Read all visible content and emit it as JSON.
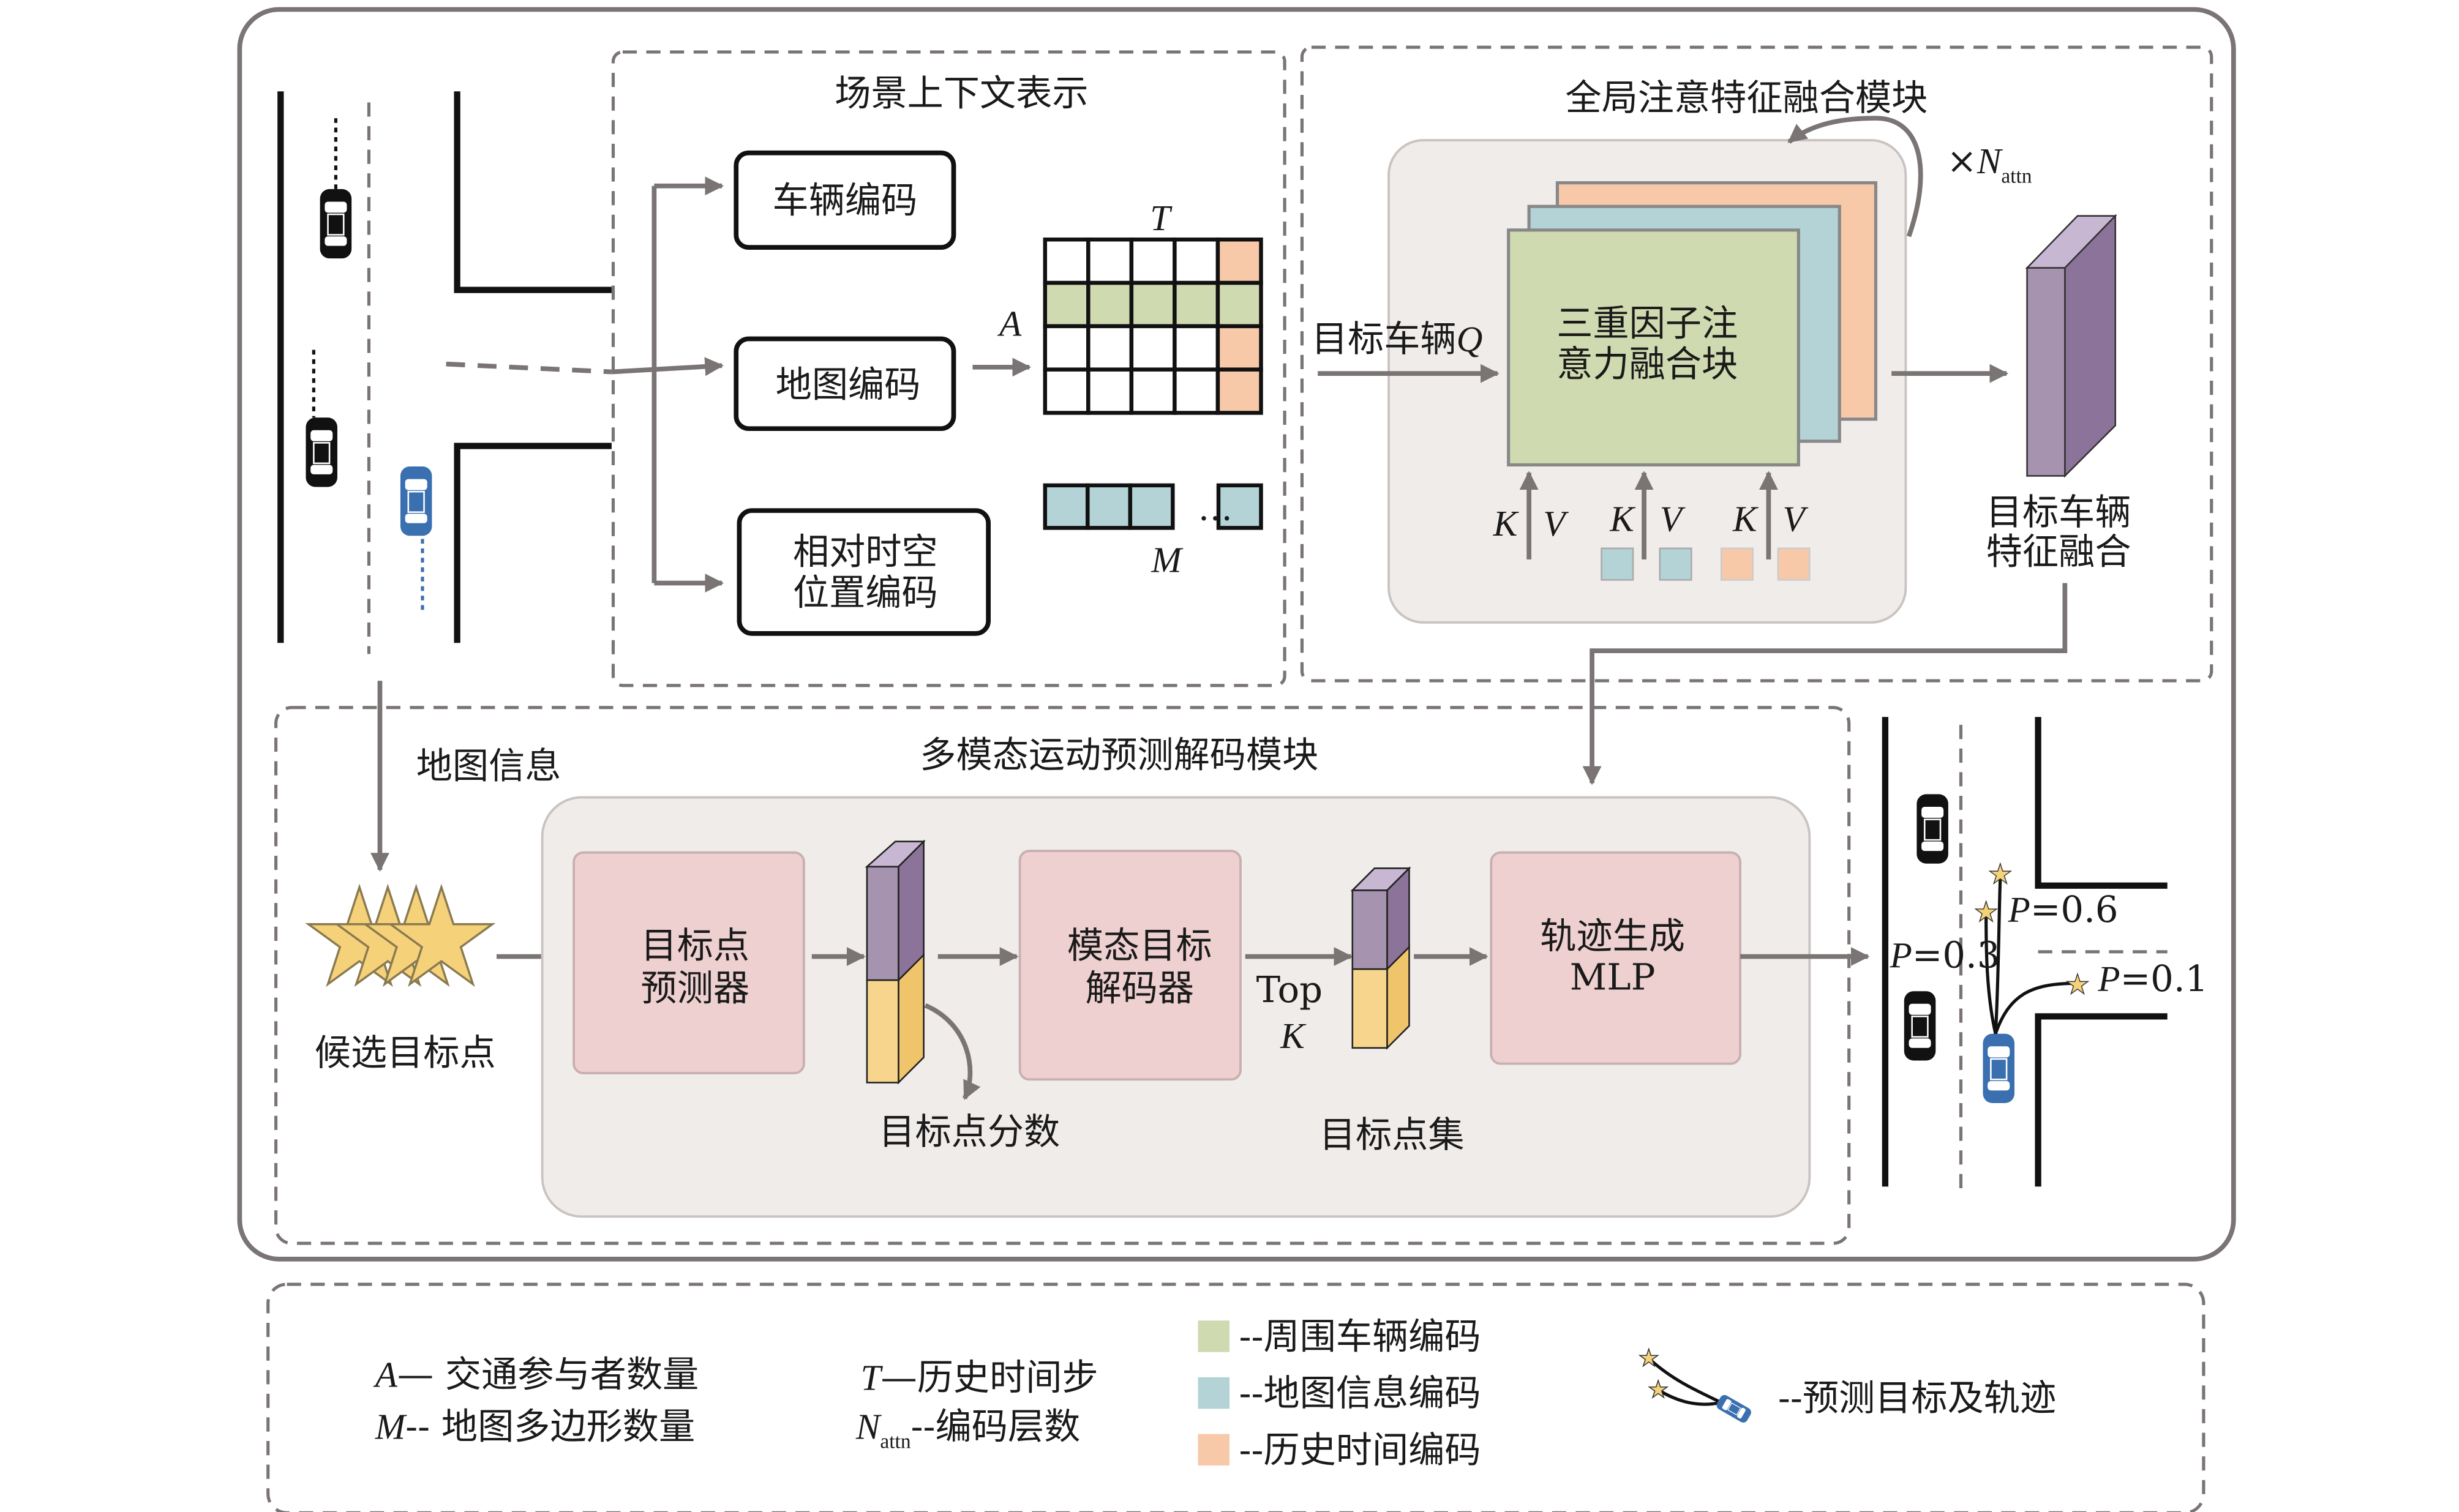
{
  "colors": {
    "surrounding_vehicle": "#d0dab0",
    "map_info": "#b3d3d6",
    "history_time": "#f7c9a9",
    "feature_front": "#a593b0",
    "feature_side": "#8c7399",
    "score_yellow": "#f7d58c",
    "target_star": "#f5d27a",
    "module_pink": "#edd0cf",
    "target_vehicle": "#3a6fb0"
  },
  "scene_context": {
    "title": "场景上下文表示",
    "vehicle_encoding": "车辆编码",
    "map_encoding": "地图编码",
    "rel_pos_line1": "相对时空",
    "rel_pos_line2": "位置编码",
    "A": "A",
    "T": "T",
    "M": "M",
    "ellipsis": "…"
  },
  "global_attention": {
    "title": "全局注意特征融合模块",
    "input_label": "目标车辆",
    "Q": "Q",
    "block_line1": "三重因子注",
    "block_line2": "意力融合块",
    "K": "K",
    "V": "V",
    "times": "×",
    "N": "N",
    "attn": "attn",
    "output_line1": "目标车辆",
    "output_line2": "特征融合"
  },
  "decoder": {
    "title": "多模态运动预测解码模块",
    "map_info": "地图信息",
    "candidates": "候选目标点",
    "predictor_line1": "目标点",
    "predictor_line2": "预测器",
    "scores": "目标点分数",
    "mode_decoder_line1": "模态目标",
    "mode_decoder_line2": "解码器",
    "top": "Top",
    "k": "K",
    "target_set": "目标点集",
    "mlp_line1": "轨迹生成",
    "mlp_line2": "MLP"
  },
  "prediction": [
    {
      "symbol": "P",
      "value": "=0.6"
    },
    {
      "symbol": "P",
      "value": "=0.3"
    },
    {
      "symbol": "P",
      "value": "=0.1"
    }
  ],
  "legend": {
    "A_sym": "A",
    "A_text": "— 交通参与者数量",
    "M_sym": "M",
    "M_text": "-- 地图多边形数量",
    "T_sym": "T",
    "T_text": "—历史时间步",
    "N_sym": "N",
    "N_sub": "attn",
    "N_text": "--编码层数",
    "surrounding": "--周围车辆编码",
    "map": "--地图信息编码",
    "history": "--历史时间编码",
    "trajectory": "--预测目标及轨迹"
  }
}
